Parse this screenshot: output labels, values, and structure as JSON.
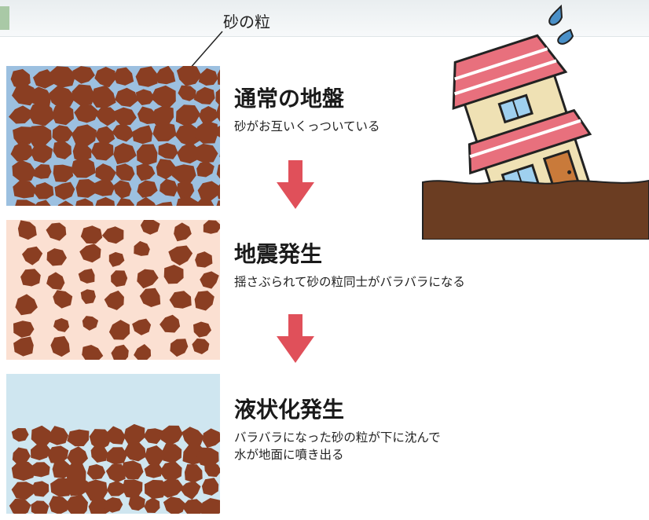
{
  "grain_label": "砂の粒",
  "stages": [
    {
      "title": "通常の地盤",
      "description": "砂がお互いくっついている"
    },
    {
      "title": "地震発生",
      "description": "揺さぶられて砂の粒同士がバラバラになる"
    },
    {
      "title": "液状化発生",
      "description_lines": [
        "バラバラになった砂の粒が下に沈んで",
        "水が地面に噴き出る"
      ]
    }
  ],
  "colors": {
    "grain": "#8a3e22",
    "panel_normal": "#9cc0e0",
    "panel_quake": "#fbe0d2",
    "panel_liquefy": "#cfe6f0",
    "arrow": "#e0505a",
    "ground": "#6b3d22",
    "roof": "#e8707d",
    "wall": "#efe1b4"
  },
  "icons": [
    "down-arrow-icon",
    "tilting-house-icon",
    "sweat-drops-icon"
  ]
}
